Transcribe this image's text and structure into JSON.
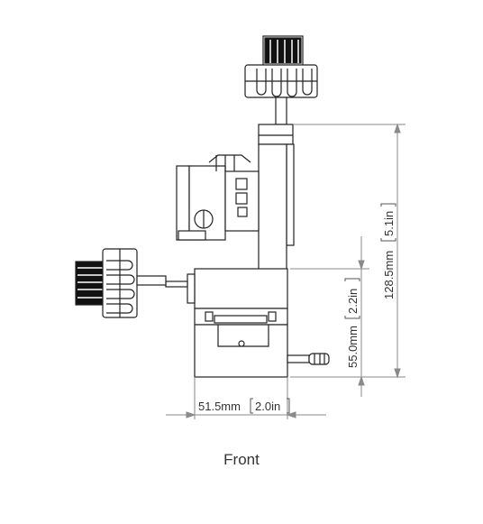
{
  "view_label": "Front",
  "dimensions": {
    "width": {
      "value": "51.5mm",
      "alt": "2.0in"
    },
    "base_height": {
      "value": "55.0mm",
      "alt": "2.2in"
    },
    "total_height": {
      "value": "128.5mm",
      "alt": "5.1in"
    }
  },
  "colors": {
    "line": "#222222",
    "dim": "#8a8a8a",
    "text": "#333333"
  }
}
